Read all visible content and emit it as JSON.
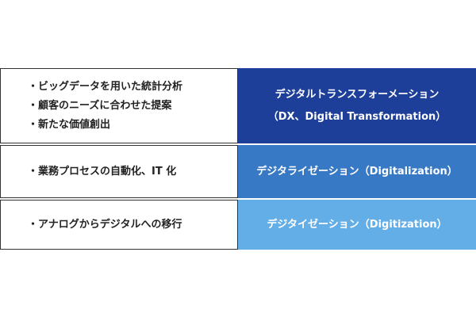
{
  "colors": {
    "dx": "#1e3f99",
    "digitalization": "#3779c4",
    "digitization": "#64aee8",
    "border": "#333333"
  },
  "rows": [
    {
      "bullets": [
        "・ビッグデータを用いた統計分析",
        "・顧客のニーズに合わせた提案",
        "・新たな価値創出"
      ],
      "label_line1": "デジタルトランスフォーメーション",
      "label_line2": "（DX、Digital Transformation）"
    },
    {
      "bullets": [
        "・業務プロセスの自動化、IT 化"
      ],
      "label_line1": "デジタライゼーション（Digitalization）"
    },
    {
      "bullets": [
        "・アナログからデジタルへの移行"
      ],
      "label_line1": "デジタイゼーション（Digitization）"
    }
  ]
}
